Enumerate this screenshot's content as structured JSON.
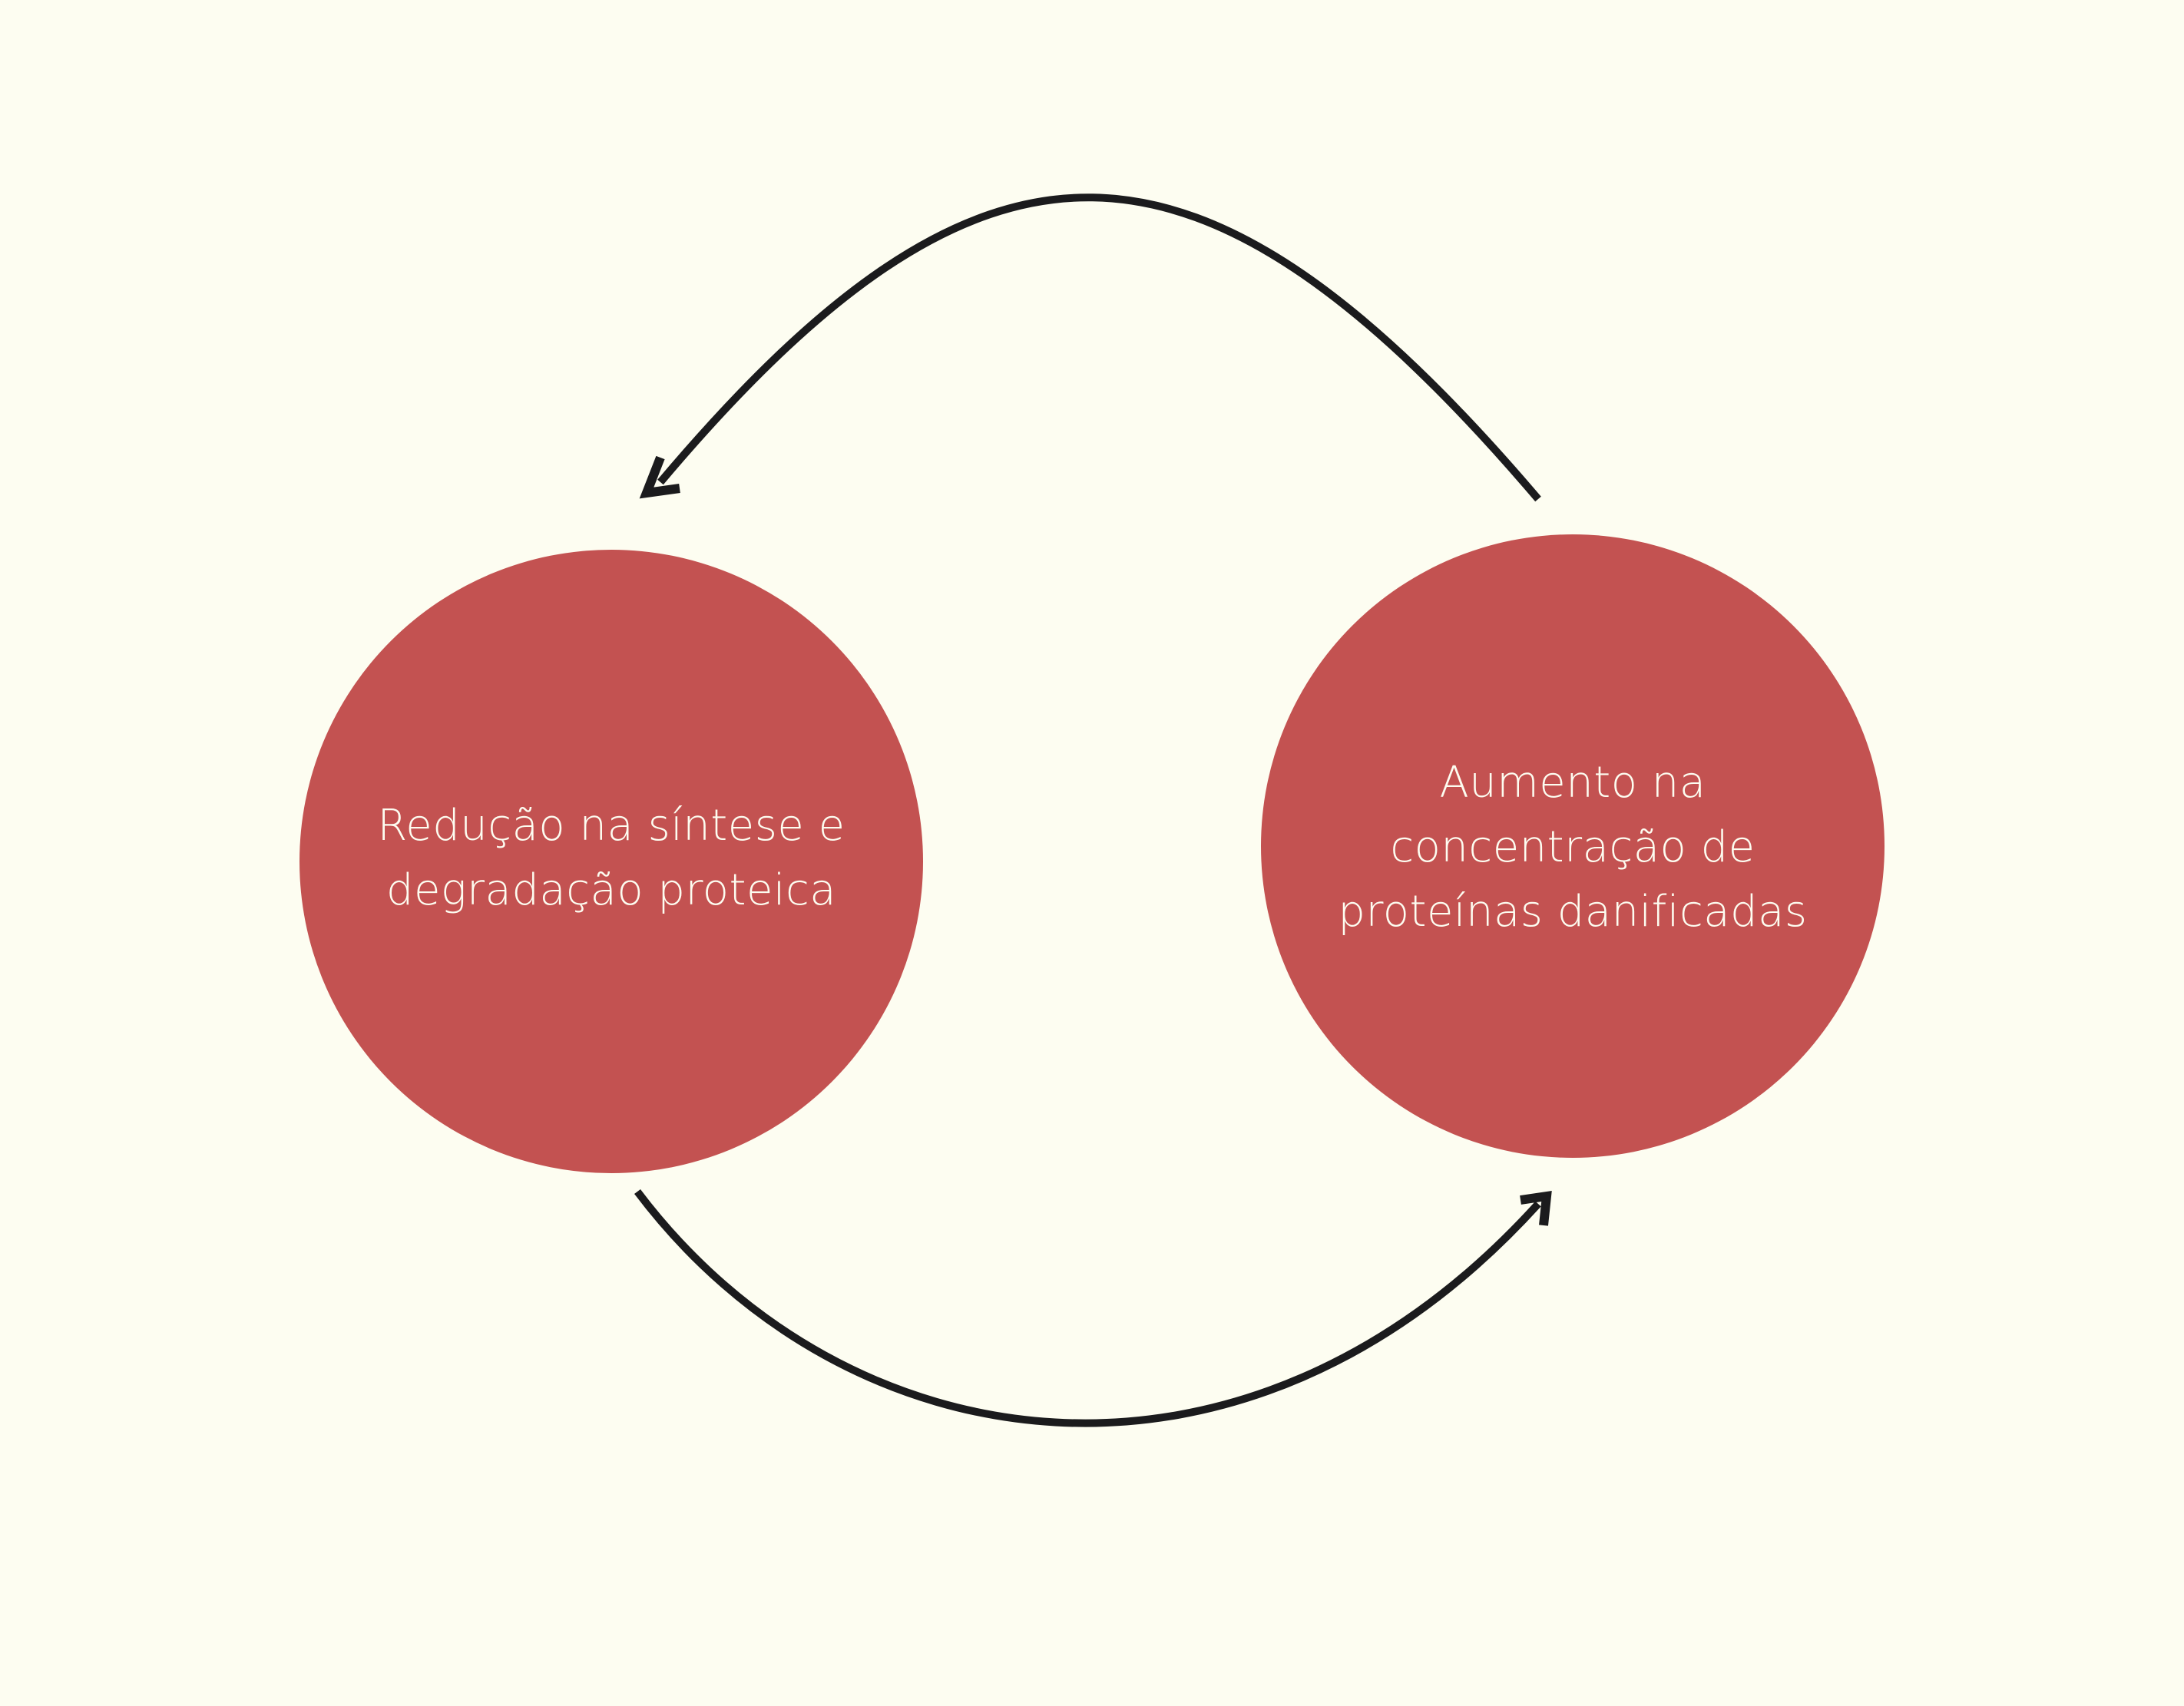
{
  "colors": {
    "background": "#fdfdf1",
    "node_fill": "#c35251",
    "node_text": "#fdfdf1",
    "arrow": "#1b1b1d"
  },
  "nodes": [
    {
      "id": "left",
      "label": "Redução na síntese e\ndegradação proteica"
    },
    {
      "id": "right",
      "label": "Aumento na\nconcentração de\nproteínas danificadas"
    }
  ],
  "edges": [
    {
      "from": "right",
      "to": "left",
      "arrowhead": "arrow-head-top"
    },
    {
      "from": "left",
      "to": "right",
      "arrowhead": "arrow-head-bottom"
    }
  ]
}
